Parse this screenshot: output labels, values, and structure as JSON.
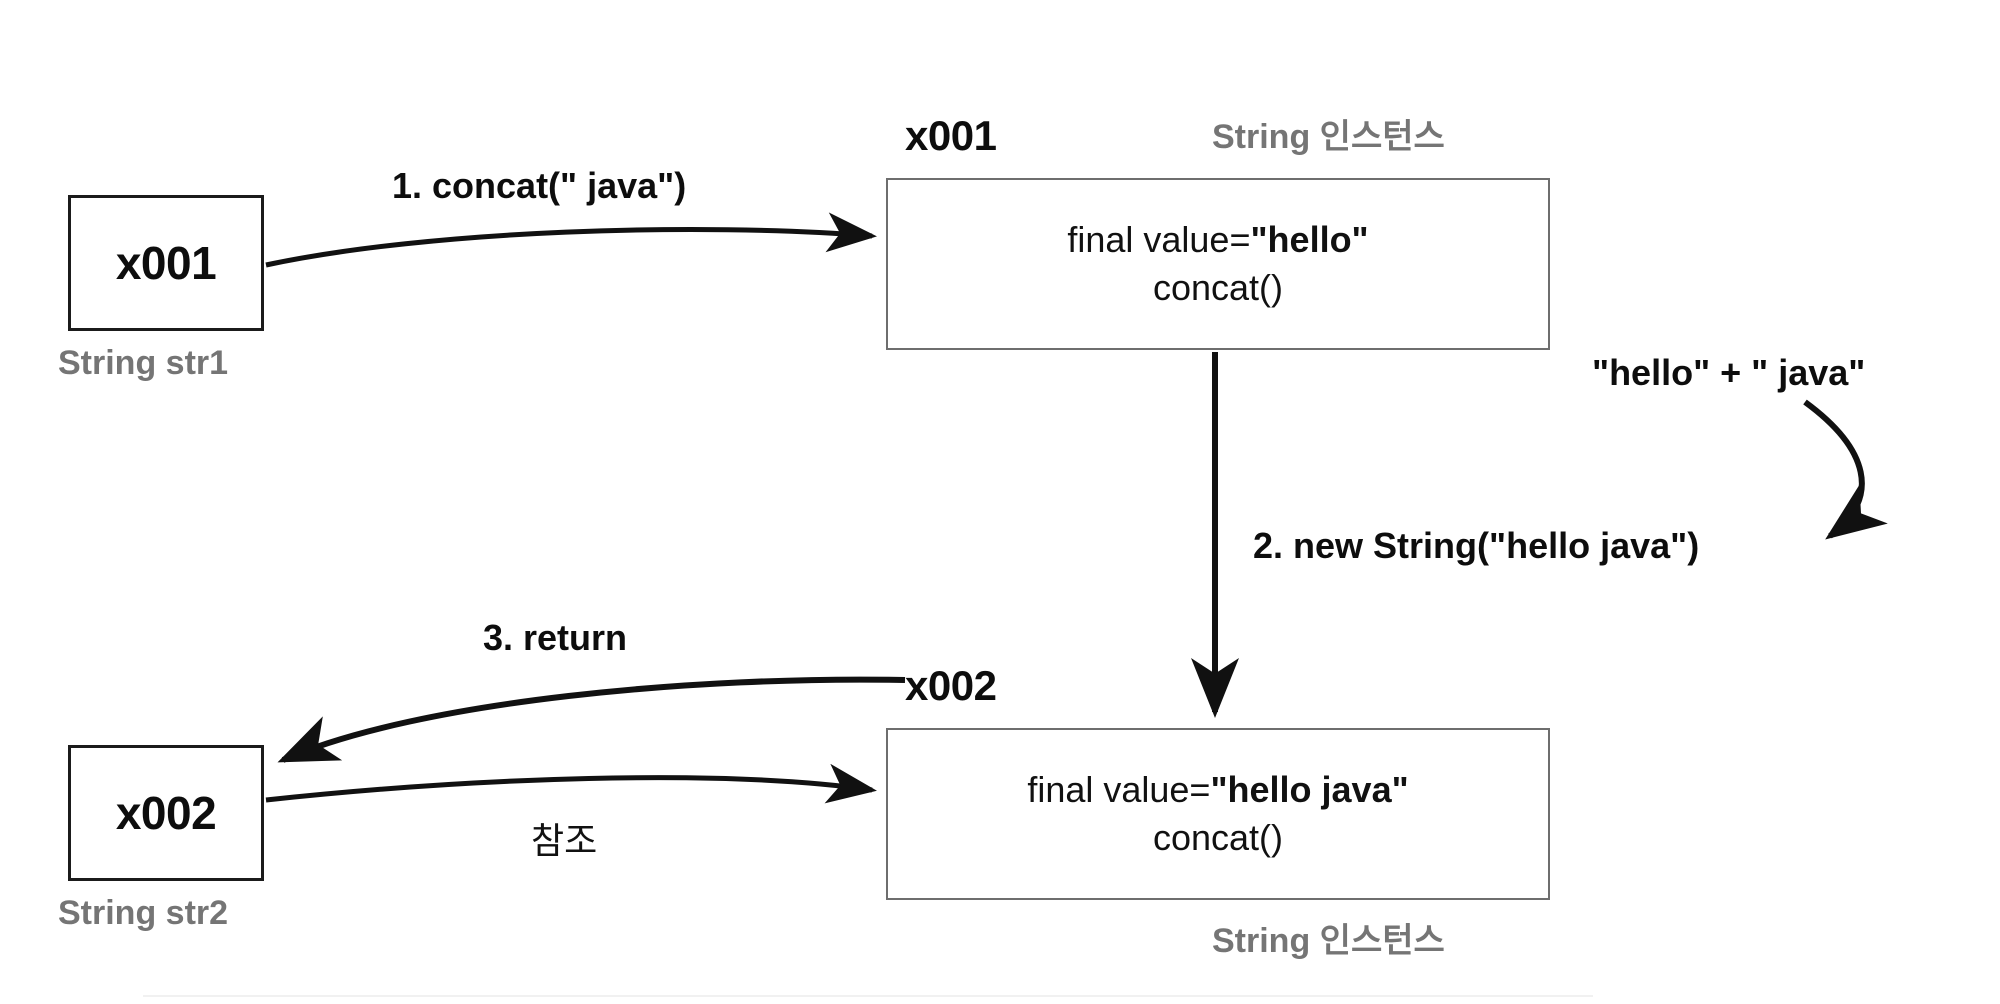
{
  "diagram": {
    "title": "Java String concat reference diagram",
    "colors": {
      "background": "#ffffff",
      "box_border_dark": "#1b1b1b",
      "box_border_light": "#6e6e6e",
      "text_black": "#0d0d0d",
      "text_gray": "#757575",
      "arrow": "#111111",
      "rule_faint": "#f1f1f1"
    },
    "variables": [
      {
        "id": "str1",
        "box_value": "x001",
        "caption": "String str1"
      },
      {
        "id": "str2",
        "box_value": "x002",
        "caption": "String str2"
      }
    ],
    "instances": [
      {
        "id": "inst1",
        "heading": "x001",
        "type_label": "String 인스턴스",
        "field_prefix": "final value=",
        "field_value": "\"hello\"",
        "method": "concat()"
      },
      {
        "id": "inst2",
        "heading": "x002",
        "type_label": "String 인스턴스",
        "field_prefix": "final value=",
        "field_value": "\"hello java\"",
        "method": "concat()"
      }
    ],
    "arrows": [
      {
        "id": "concat-call",
        "label": "1. concat(\" java\")",
        "from": "str1",
        "to": "inst1"
      },
      {
        "id": "new-string",
        "label": "2. new String(\"hello java\")",
        "from": "inst1",
        "to": "inst2"
      },
      {
        "id": "expression",
        "label": "\"hello\" + \" java\"",
        "from": "expression-note",
        "to": "new-string"
      },
      {
        "id": "return",
        "label": "3. return",
        "from": "inst2",
        "to": "str2"
      },
      {
        "id": "reference",
        "label": "참조",
        "from": "str2",
        "to": "inst2"
      }
    ]
  }
}
